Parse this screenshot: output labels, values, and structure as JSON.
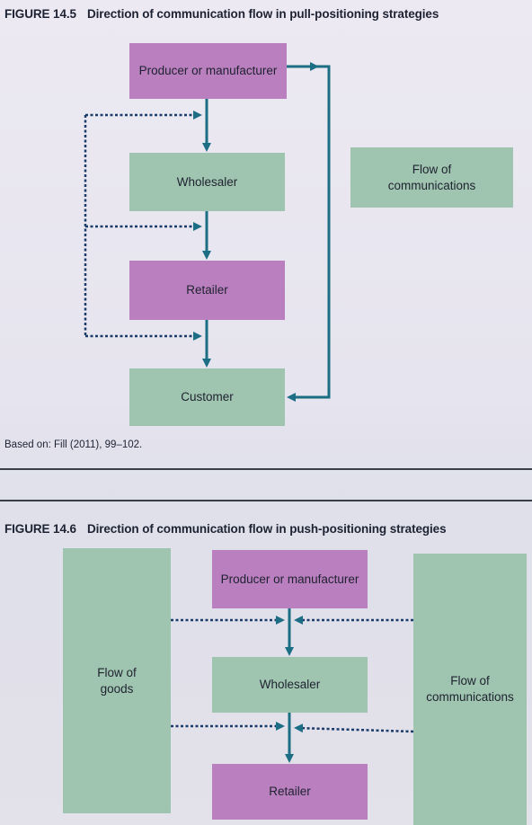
{
  "figure_145": {
    "number": "FIGURE 14.5",
    "title": "Direction of communication flow in pull-positioning strategies",
    "boxes": {
      "producer": "Producer or manufacturer",
      "wholesaler": "Wholesaler",
      "retailer": "Retailer",
      "customer": "Customer",
      "flow_communications": "Flow of\ncommunications"
    },
    "source": "Based on: Fill (2011), 99–102."
  },
  "figure_146": {
    "number": "FIGURE 14.6",
    "title": "Direction of communication flow in push-positioning strategies",
    "boxes": {
      "flow_goods": "Flow of\ngoods",
      "producer": "Producer or manufacturer",
      "wholesaler": "Wholesaler",
      "retailer": "Retailer",
      "flow_communications": "Flow of\ncommunications"
    }
  },
  "colors": {
    "purple_box": "#b97fbe",
    "green_box": "#9fc4af",
    "arrow": "#1b6e83"
  }
}
